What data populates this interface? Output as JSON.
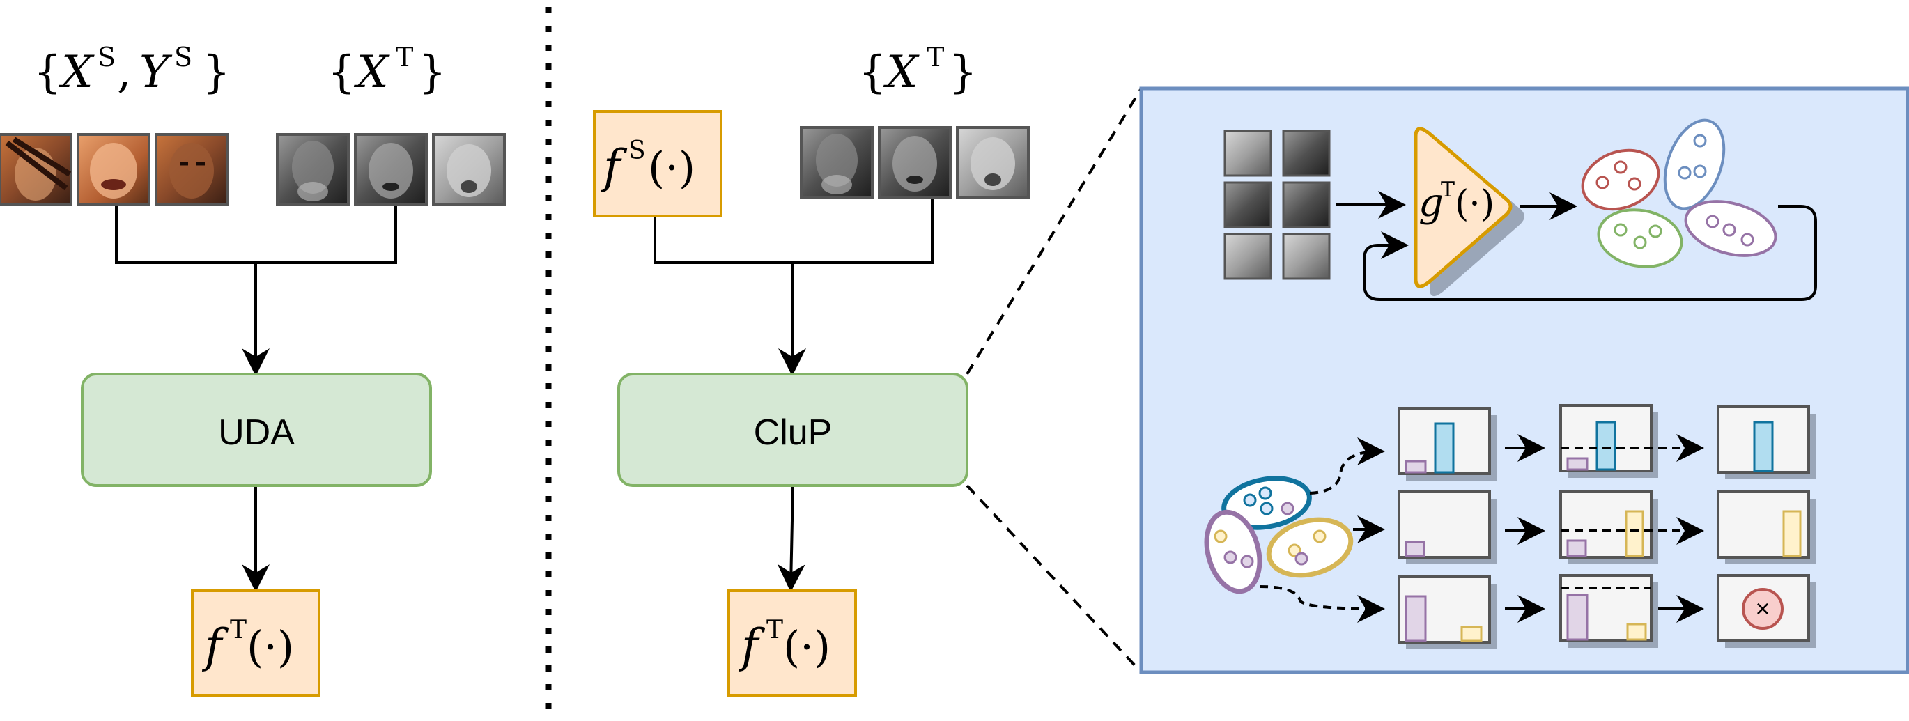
{
  "left_panel": {
    "source_set": {
      "open": "{",
      "X": "X",
      "X_sup": "S",
      "comma": ",",
      "Y": "Y",
      "Y_sup": "S",
      "close": "}"
    },
    "target_set": {
      "open": "{",
      "X": "X",
      "X_sup": "T",
      "close": "}"
    },
    "uda_label": "UDA",
    "target_model": {
      "f": "f",
      "sup": "T",
      "arg": "(·)"
    }
  },
  "right_panel": {
    "source_model": {
      "f": "f",
      "sup": "S",
      "arg": "(·)"
    },
    "target_set": {
      "open": "{",
      "X": "X",
      "X_sup": "T",
      "close": "}"
    },
    "clup_label": "CluP",
    "target_model": {
      "f": "f",
      "sup": "T",
      "arg": "(·)"
    }
  },
  "zoom_panel": {
    "encoder": {
      "g": "g",
      "sup": "T",
      "arg": "(·)"
    },
    "reject_symbol": "×"
  },
  "colors": {
    "uda_fill": "#d5e8d4",
    "uda_stroke": "#82b366",
    "model_fill": "#ffe6cc",
    "model_stroke": "#d79b00",
    "zoom_fill": "#dae8fc",
    "zoom_stroke": "#6c8ebf",
    "cluster_red": "#b85450",
    "cluster_blue": "#6c8ebf",
    "cluster_green": "#82b366",
    "cluster_purple": "#9673a6",
    "cluster_teal": "#10739e",
    "cluster_yellow": "#d6b656",
    "bar_blue": "#b1ddf0",
    "bar_purple": "#e1d5e7",
    "bar_yellow": "#fff2cc",
    "reject_fill": "#f8cecc"
  }
}
